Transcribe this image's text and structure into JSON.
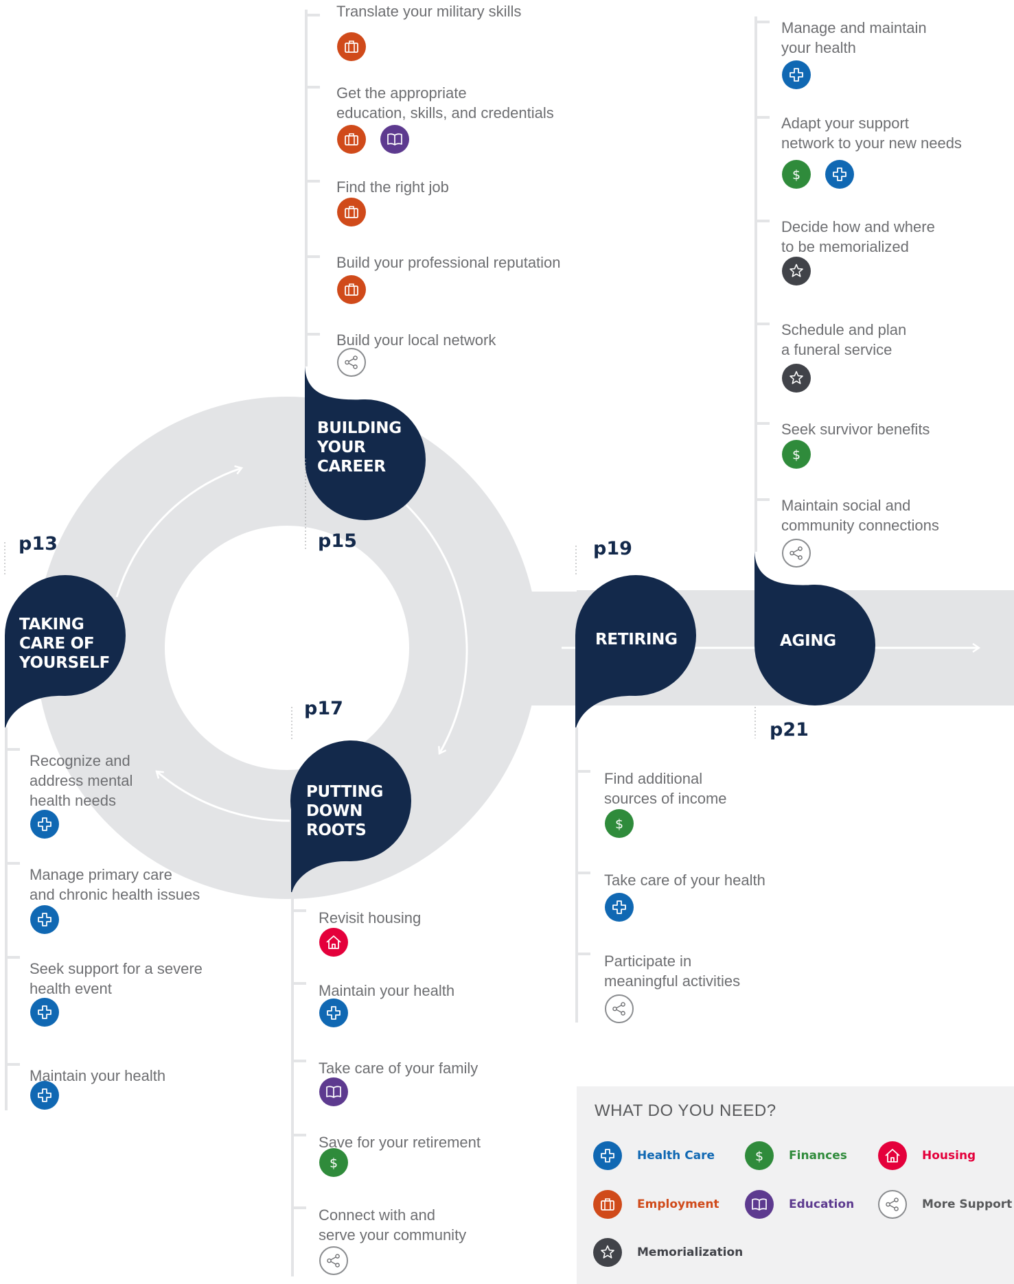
{
  "colors": {
    "navy": "#13294b",
    "health_care": "#1068b3",
    "finances": "#2f8b3b",
    "housing": "#e4003b",
    "employment": "#d04a1a",
    "education": "#5d3a8f",
    "more_support": "#8a8c8f",
    "memorialization": "#414349",
    "track_grey": "#e3e4e6"
  },
  "stages": {
    "career": {
      "title": "BUILDING\nYOUR\nCAREER",
      "page": "p15",
      "tasks": [
        {
          "text": "Translate your military skills",
          "icons": [
            "employment-icon"
          ]
        },
        {
          "text": "Get the appropriate\neducation, skills, and credentials",
          "icons": [
            "employment-icon",
            "education-icon"
          ]
        },
        {
          "text": "Find the right job",
          "icons": [
            "employment-icon"
          ]
        },
        {
          "text": "Build your professional reputation",
          "icons": [
            "employment-icon"
          ]
        },
        {
          "text": "Build your local network",
          "icons": [
            "more-support-icon"
          ]
        }
      ]
    },
    "self": {
      "title": "TAKING\nCARE OF\nYOURSELF",
      "page": "p13",
      "tasks": [
        {
          "text": "Recognize and\naddress mental\nhealth needs",
          "icons": [
            "health-care-icon"
          ]
        },
        {
          "text": "Manage primary care\nand chronic health issues",
          "icons": [
            "health-care-icon"
          ]
        },
        {
          "text": "Seek support for a severe\nhealth event",
          "icons": [
            "health-care-icon"
          ]
        },
        {
          "text": "Maintain your health",
          "icons": [
            "health-care-icon"
          ]
        }
      ]
    },
    "roots": {
      "title": "PUTTING\nDOWN\nROOTS",
      "page": "p17",
      "tasks": [
        {
          "text": "Revisit housing",
          "icons": [
            "housing-icon"
          ]
        },
        {
          "text": "Maintain your health",
          "icons": [
            "health-care-icon"
          ]
        },
        {
          "text": "Take care of your family",
          "icons": [
            "education-icon"
          ]
        },
        {
          "text": "Save for your retirement",
          "icons": [
            "finances-icon"
          ]
        },
        {
          "text": "Connect with and\nserve your community",
          "icons": [
            "more-support-icon"
          ]
        }
      ]
    },
    "retiring": {
      "title": "RETIRING",
      "page": "p19",
      "tasks": [
        {
          "text": "Find additional\nsources of income",
          "icons": [
            "finances-icon"
          ]
        },
        {
          "text": "Take care of your health",
          "icons": [
            "health-care-icon"
          ]
        },
        {
          "text": "Participate in\nmeaningful activities",
          "icons": [
            "more-support-icon"
          ]
        }
      ]
    },
    "aging": {
      "title": "AGING",
      "page": "p21",
      "tasks": [
        {
          "text": "Manage and maintain\nyour health",
          "icons": [
            "health-care-icon"
          ]
        },
        {
          "text": "Adapt your support\nnetwork to your new needs",
          "icons": [
            "finances-icon",
            "health-care-icon"
          ]
        },
        {
          "text": "Decide how and where\nto be memorialized",
          "icons": [
            "memorialization-icon"
          ]
        },
        {
          "text": "Schedule and plan\na funeral service",
          "icons": [
            "memorialization-icon"
          ]
        },
        {
          "text": "Seek survivor benefits",
          "icons": [
            "finances-icon"
          ]
        },
        {
          "text": "Maintain social and\ncommunity connections",
          "icons": [
            "more-support-icon"
          ]
        }
      ]
    }
  },
  "legend": {
    "heading": "WHAT DO YOU NEED?",
    "items": [
      {
        "label": "Health Care",
        "icon": "health-care-icon",
        "color": "#1068b3"
      },
      {
        "label": "Finances",
        "icon": "finances-icon",
        "color": "#2f8b3b"
      },
      {
        "label": "Housing",
        "icon": "housing-icon",
        "color": "#e4003b"
      },
      {
        "label": "Employment",
        "icon": "employment-icon",
        "color": "#d04a1a"
      },
      {
        "label": "Education",
        "icon": "education-icon",
        "color": "#5d3a8f"
      },
      {
        "label": "More Support",
        "icon": "more-support-icon",
        "color": "#58595b"
      },
      {
        "label": "Memorialization",
        "icon": "memorialization-icon",
        "color": "#414349"
      }
    ]
  }
}
